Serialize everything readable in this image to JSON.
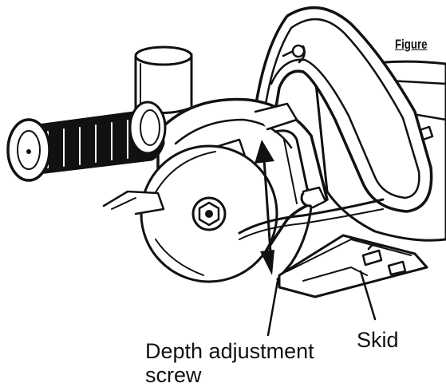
{
  "figure": {
    "title": "Figure"
  },
  "labels": {
    "depth_line1": "Depth adjustment",
    "depth_line2": "screw",
    "skid": "Skid"
  },
  "colors": {
    "ink": "#111111",
    "paper": "#ffffff"
  }
}
